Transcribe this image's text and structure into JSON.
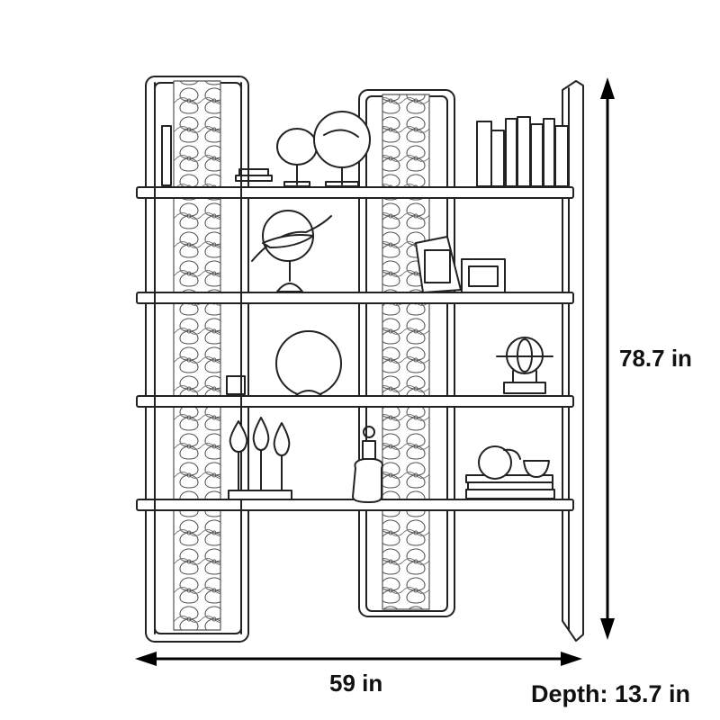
{
  "dimensions": {
    "height": "78.7 in",
    "width": "59 in",
    "depth": "Depth: 13.7 in"
  },
  "colors": {
    "line": "#222222",
    "panel_line": "#555555",
    "background": "#ffffff"
  }
}
